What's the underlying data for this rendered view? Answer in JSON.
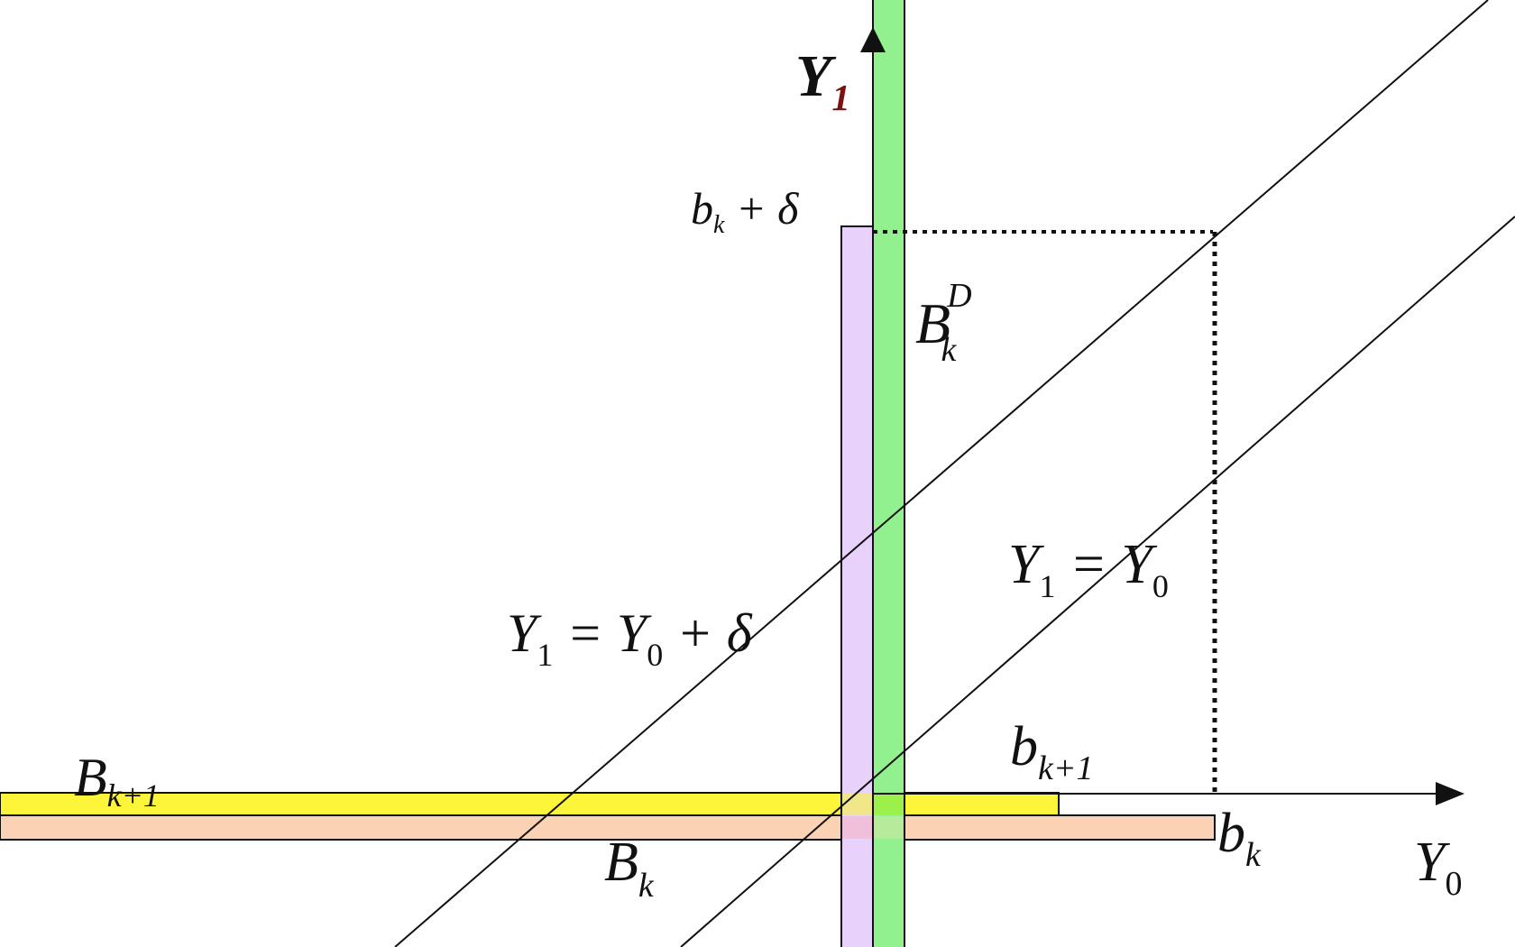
{
  "colors": {
    "background": "#ffffff",
    "green_band": "#93f08e",
    "lavender_band": "#e8d2fb",
    "yellow_band": "#fdf53a",
    "peach_band": "#fcd2b4",
    "overlap_green_yellow": "#9bf04a",
    "overlap_lavender_peach": "#f0bfd9",
    "line": "#111111"
  },
  "labels": {
    "y1_axis": {
      "main": "Y",
      "sub": "1"
    },
    "y0_axis": {
      "main": "Y",
      "sub": "0"
    },
    "bk_plus_delta": {
      "main": "b",
      "sub": "k",
      "rest": " + δ"
    },
    "bkD": {
      "main": "B",
      "sub": "k",
      "sup": "D"
    },
    "line_y1_eq_y0": {
      "a": "Y",
      "a_sub": "1",
      "eq": " = ",
      "b": "Y",
      "b_sub": "0"
    },
    "line_y1_eq_y0_plus_delta": {
      "a": "Y",
      "a_sub": "1",
      "eq": " = ",
      "b": "Y",
      "b_sub": "0",
      "rest": " + δ"
    },
    "bk1_small": {
      "main": "b",
      "sub": "k+1"
    },
    "Bk1_big": {
      "main": "B",
      "sub": "k+1"
    },
    "Bk_big": {
      "main": "B",
      "sub": "k"
    },
    "bk_small": {
      "main": "b",
      "sub": "k"
    }
  },
  "icons": {
    "y1_arrow": "arrow-up-icon",
    "y0_arrow": "arrow-right-icon"
  }
}
